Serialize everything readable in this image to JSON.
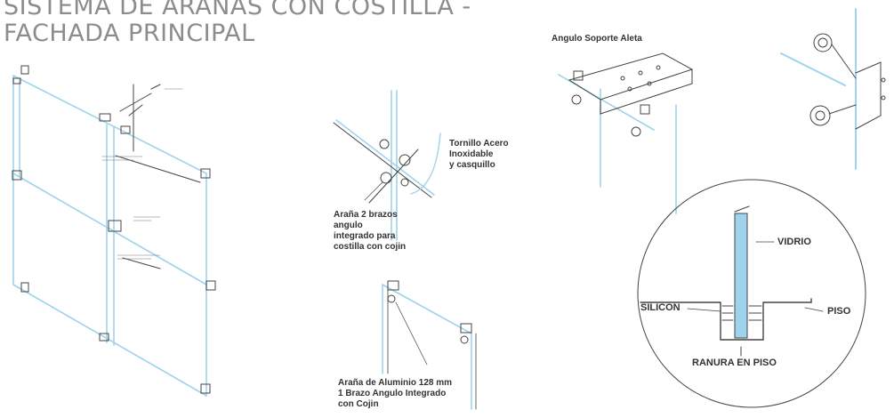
{
  "title": {
    "line1": "SISTEMA DE ARAÑAS CON COSTILLA -",
    "line2": "FACHADA PRINCIPAL"
  },
  "labels": {
    "angulo_soporte": "Angulo Soporte Aleta",
    "tornillo": "Tornillo Acero\nInoxidable\ny casquillo",
    "arana_2": "Araña 2 brazos\nangulo\nintegrado para\ncostilla con cojin",
    "arana_1": "Araña de Aluminio 128 mm\n1 Brazo Angulo Integrado\ncon Cojin",
    "vidrio": "VIDRIO",
    "silicon": "SILICON",
    "piso": "PISO",
    "ranura": "RANURA EN PISO"
  },
  "colors": {
    "glass": "#9fd3ec",
    "line": "#444444",
    "title": "#8c8c8c"
  }
}
